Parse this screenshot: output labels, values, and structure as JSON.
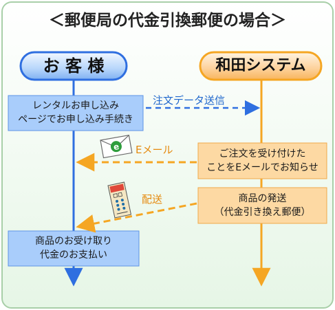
{
  "title": "＜郵便局の代金引換郵便の場合＞",
  "actors": {
    "customer": "お 客 様",
    "system": "和田システム"
  },
  "steps": {
    "rental_apply": {
      "line1": "レンタルお申し込み",
      "line2": "ページでお申し込み手続き"
    },
    "order_accept": {
      "line1": "ご注文を受け付けた",
      "line2": "ことをEメールでお知らせ"
    },
    "shipping": {
      "line1": "商品の発送",
      "line2": "（代金引き換え郵便）"
    },
    "receive": {
      "line1": "商品のお受け取り",
      "line2": "代金のお支払い"
    }
  },
  "messages": {
    "order_data": "注文データ送信",
    "email": "Eメール",
    "delivery": "配送"
  },
  "icons": {
    "email": "envelope-e-icon",
    "delivery": "cod-parcel-icon"
  },
  "colors": {
    "customer_blue": "#2f6fe0",
    "system_orange": "#f5a623",
    "customer_box": "#a9cdfb",
    "system_box": "#fdd9a3"
  }
}
